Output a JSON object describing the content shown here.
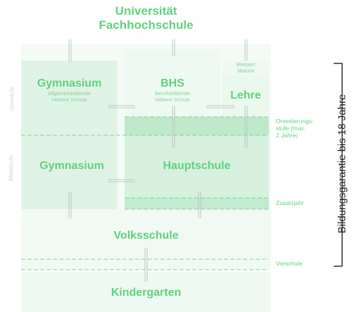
{
  "diagram": {
    "university": {
      "line1": "Universität",
      "line2": "Fachhochschule"
    },
    "gymnasium_upper": {
      "title": "Gymnasium",
      "subtitle1": "Allgemeinbildende",
      "subtitle2": "Höhere Schule"
    },
    "bhs": {
      "title": "BHS",
      "subtitle1": "Berufsbildende",
      "subtitle2": "Höhere Schule"
    },
    "meister": {
      "line1": "Meister/",
      "line2": "Matura"
    },
    "lehre": "Lehre",
    "gymnasium_lower": "Gymnasium",
    "hauptschule": "Hauptschule",
    "volksschule": "Volksschule",
    "kindergarten": "Kindergarten",
    "side_labels": {
      "orientierung_1": "Orientierungs-",
      "orientierung_2": "stufe (max.",
      "orientierung_3": "2 Jahre)",
      "zusatzjahr": "Zusatzjahr",
      "vorschule": "Vorschule"
    },
    "left_labels": {
      "oberstufe": "Oberstufe",
      "mittelstufe": "Mittelstufe"
    },
    "guarantee": "Bildungsgarantie bis 18 Jahre"
  },
  "colors": {
    "text_green": "#5fd27f",
    "pale_band": "#f2faf4",
    "light_green": "#e5f6e9",
    "mid_green": "#d1efd9",
    "dashed": "#6fcf8a"
  }
}
